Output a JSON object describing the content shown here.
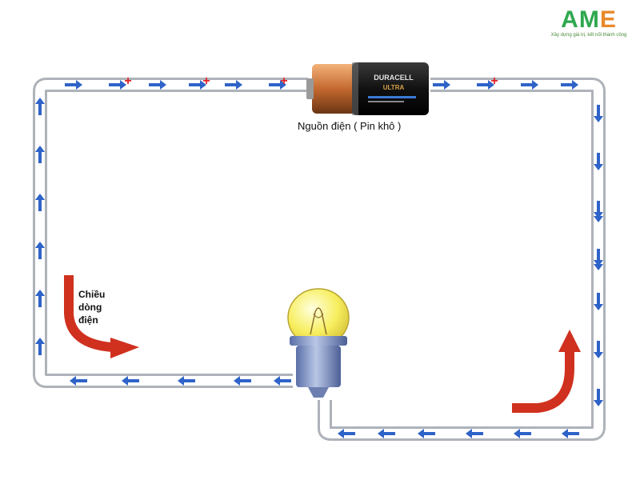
{
  "logo": {
    "text_main": "AM",
    "text_accent": "E",
    "tagline": "Xây dựng giá trị, kết nối thành công"
  },
  "battery": {
    "caption": "Nguồn điện ( Pin khô )",
    "brand": "DURACELL",
    "model": "ULTRA"
  },
  "flow_label": {
    "line1": "Chiều",
    "line2": "dòng",
    "line3": "điện"
  },
  "colors": {
    "wire": "#c9ccd2",
    "arrow": "#2f63c9",
    "plus": "#e0262a",
    "big_arrow": "#d0311f",
    "bulb_glass": "#f7f06a",
    "bulb_base": "#7f93c2"
  },
  "markers": {
    "plus_symbol": "+"
  }
}
